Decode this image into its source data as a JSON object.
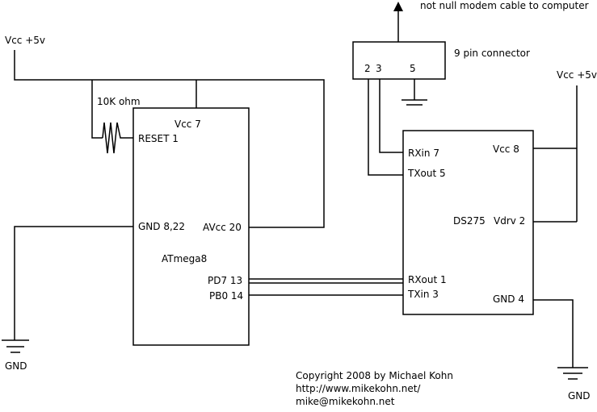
{
  "labels": {
    "not_null_modem": "not null modem cable to computer",
    "nine_pin_connector": "9 pin connector",
    "pin2": "2",
    "pin3": "3",
    "pin5": "5",
    "vcc_left": "Vcc +5v",
    "vcc_right": "Vcc +5v",
    "resistor": "10K ohm",
    "gnd_left": "GND",
    "gnd_right": "GND"
  },
  "atmega": {
    "name": "ATmega8",
    "vcc": "Vcc 7",
    "reset": "RESET 1",
    "gnd": "GND 8,22",
    "avcc": "AVcc 20",
    "pd7": "PD7 13",
    "pb0": "PB0 14"
  },
  "ds275": {
    "name": "DS275",
    "rxin": "RXin 7",
    "txout": "TXout 5",
    "vcc": "Vcc 8",
    "vdrv": "Vdrv 2",
    "rxout": "RXout 1",
    "txin": "TXin 3",
    "gnd": "GND 4"
  },
  "copyright": {
    "line1": "Copyright 2008 by Michael Kohn",
    "line2": "http://www.mikekohn.net/",
    "line3": "mike@mikekohn.net"
  }
}
